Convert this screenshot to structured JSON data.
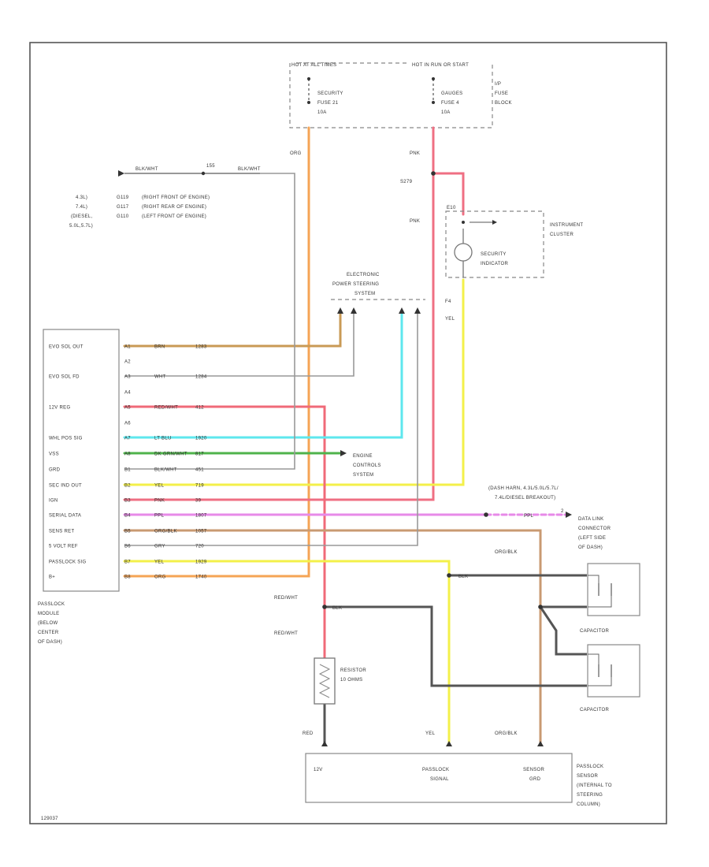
{
  "colors": {
    "org": "#f5a455",
    "pnk": "#ef6f83",
    "yel": "#f3f04a",
    "ltblu": "#5ee7ee",
    "dkgrn": "#4fb34b",
    "tan": "#c99a55",
    "ppl": "#e78ae8",
    "orgblk": "#c99a72",
    "redwht": "#f06a78",
    "blk": "#555555",
    "wht": "#bdbdbd",
    "gry": "#a8a8a8",
    "frame": "#555555"
  },
  "fuse_block": {
    "hot1": "HOT AT ALL TIMES",
    "hot2": "HOT IN RUN OR START",
    "fuse1": [
      "SECURITY",
      "FUSE 21",
      "10A"
    ],
    "fuse2": [
      "GAUGES",
      "FUSE 4",
      "10A"
    ],
    "name": [
      "I/P",
      "FUSE",
      "BLOCK"
    ]
  },
  "wire_labels": {
    "org_top": "ORG",
    "pnk_top": "PNK",
    "s279": "S279",
    "pnk_mid": "PNK",
    "yel_ic": "YEL",
    "f4": "F4",
    "redwht_1": "RED/WHT",
    "redwht_2": "RED/WHT",
    "red_bot": "RED",
    "yel_bot": "YEL",
    "orgblk_bot": "ORG/BLK",
    "orgblk_dlc": "ORG/BLK"
  },
  "ground": {
    "wire1": "BLK/WHT",
    "code": "155",
    "wire2": "BLK/WHT",
    "notes": [
      [
        "4.3L)",
        "G119",
        "(RIGHT FRONT OF ENGINE)"
      ],
      [
        "7.4L)",
        "G117",
        "(RIGHT REAR OF ENGINE)"
      ],
      [
        "(DIESEL,",
        "G110",
        "(LEFT FRONT OF ENGINE)"
      ],
      [
        "5.0L,5.7L)",
        "",
        ""
      ]
    ]
  },
  "instrument_cluster": {
    "pin": "E10",
    "name": [
      "INSTRUMENT",
      "CLUSTER"
    ],
    "indicator": [
      "SECURITY",
      "INDICATOR"
    ]
  },
  "eps": {
    "name": [
      "ELECTRONIC",
      "POWER STEERING",
      "SYSTEM"
    ]
  },
  "engine_controls": [
    "ENGINE",
    "CONTROLS",
    "SYSTEM"
  ],
  "module": {
    "rows": [
      {
        "label": "EVO SOL OUT",
        "pin": "A1",
        "wire": "BRN",
        "circ": "1283"
      },
      {
        "label": "",
        "pin": "A2",
        "wire": "",
        "circ": ""
      },
      {
        "label": "EVO SOL FD",
        "pin": "A3",
        "wire": "WHT",
        "circ": "1284"
      },
      {
        "label": "",
        "pin": "A4",
        "wire": "",
        "circ": ""
      },
      {
        "label": "12V REG",
        "pin": "A5",
        "wire": "RED/WHT",
        "circ": "412"
      },
      {
        "label": "",
        "pin": "A6",
        "wire": "",
        "circ": ""
      },
      {
        "label": "WHL POS SIG",
        "pin": "A7",
        "wire": "LT BLU",
        "circ": "1920"
      },
      {
        "label": "VSS",
        "pin": "A8",
        "wire": "DK GRN/WHT",
        "circ": "817"
      },
      {
        "label": "GRD",
        "pin": "B1",
        "wire": "BLK/WHT",
        "circ": "451"
      },
      {
        "label": "SEC IND OUT",
        "pin": "B2",
        "wire": "YEL",
        "circ": "719"
      },
      {
        "label": "IGN",
        "pin": "B3",
        "wire": "PNK",
        "circ": "39"
      },
      {
        "label": "SERIAL DATA",
        "pin": "B4",
        "wire": "PPL",
        "circ": "1807"
      },
      {
        "label": "SENS RET",
        "pin": "B5",
        "wire": "ORG/BLK",
        "circ": "1057"
      },
      {
        "label": "5 VOLT REF",
        "pin": "B6",
        "wire": "GRY",
        "circ": "720"
      },
      {
        "label": "PASSLOCK SIG",
        "pin": "B7",
        "wire": "YEL",
        "circ": "1929"
      },
      {
        "label": "B+",
        "pin": "B8",
        "wire": "ORG",
        "circ": "1740"
      }
    ],
    "name": [
      "PASSLOCK",
      "MODULE",
      "(BELOW",
      "CENTER",
      "OF DASH)"
    ]
  },
  "dlc": {
    "split": [
      "(DASH HARN, 4.3L/5.0L/5.7L/",
      "7.4L/DIESEL BREAKOUT)"
    ],
    "wire": "PPL",
    "pin": "2",
    "name": [
      "DATA LINK",
      "CONNECTOR",
      "(LEFT SIDE",
      "OF DASH)"
    ]
  },
  "capacitors": {
    "c1": "CAPACITOR",
    "c2": "CAPACITOR",
    "wire1": "BLK",
    "wire2": "BLK"
  },
  "resistor": {
    "name": [
      "RESISTOR",
      "10 OHMS"
    ],
    "wire": "BLK"
  },
  "sensor": {
    "pin1": "12V",
    "pin2": [
      "PASSLOCK",
      "SIGNAL"
    ],
    "pin3": [
      "SENSOR",
      "GRD"
    ],
    "name": [
      "PASSLOCK",
      "SENSOR",
      "(INTERNAL TO",
      "STEERING",
      "COLUMN)"
    ]
  },
  "figure_id": "129037"
}
